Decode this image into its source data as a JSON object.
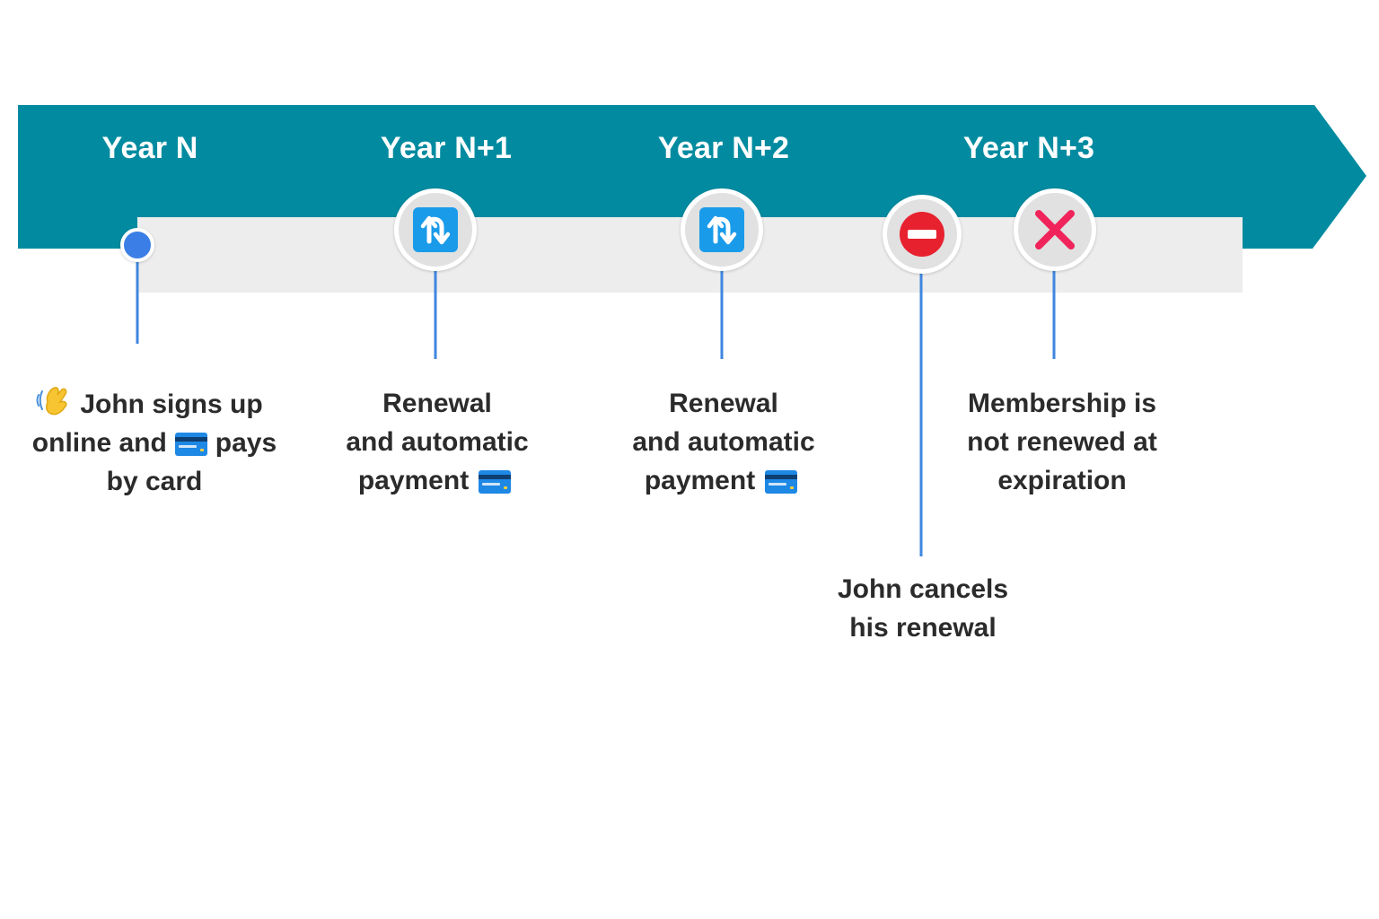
{
  "timeline": {
    "years": [
      {
        "id": "year-n",
        "label": "Year N"
      },
      {
        "id": "year-n1",
        "label": "Year N+1"
      },
      {
        "id": "year-n2",
        "label": "Year N+2"
      },
      {
        "id": "year-n3",
        "label": "Year N+3"
      }
    ],
    "events": [
      {
        "id": "signup",
        "icon": "start-dot-icon",
        "lines": [
          {
            "before": "John signs up",
            "icon": "waving-hand-icon"
          },
          {
            "before": "online and",
            "icon": "credit-card-icon",
            "after": "pays"
          },
          {
            "before": "by card"
          }
        ]
      },
      {
        "id": "renewal-1",
        "icon": "renew-arrows-icon",
        "lines": [
          {
            "before": "Renewal"
          },
          {
            "before": "and automatic"
          },
          {
            "before": "payment",
            "icon": "credit-card-icon"
          }
        ]
      },
      {
        "id": "renewal-2",
        "icon": "renew-arrows-icon",
        "lines": [
          {
            "before": "Renewal"
          },
          {
            "before": "and automatic"
          },
          {
            "before": "payment",
            "icon": "credit-card-icon"
          }
        ]
      },
      {
        "id": "cancel",
        "icon": "no-entry-icon",
        "lines": [
          {
            "before": "John cancels"
          },
          {
            "before": "his renewal"
          }
        ]
      },
      {
        "id": "not-renewed",
        "icon": "cross-mark-icon",
        "lines": [
          {
            "before": "Membership is"
          },
          {
            "before": "not renewed at"
          },
          {
            "before": "expiration"
          }
        ]
      }
    ]
  },
  "colors": {
    "arrow": "#028ba0",
    "track": "#ededed",
    "connector": "#3f86e0",
    "node": "#e1e1e1",
    "start_dot": "#3b7fe6",
    "renew_icon": "#1a9bea",
    "no_entry": "#e8212f",
    "cross": "#f0245a",
    "card": "#1e88e5",
    "text": "#2b2b2b"
  }
}
